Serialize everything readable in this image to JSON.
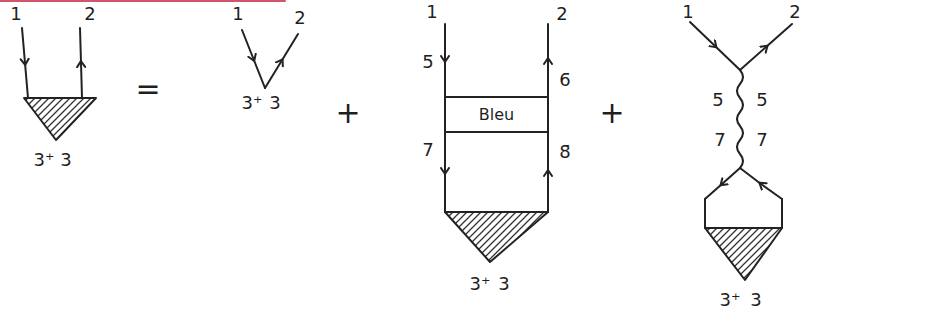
{
  "diagram": {
    "nodes": [
      {
        "text": [
          "Bleu"
        ]
      }
    ],
    "labels": [
      "1",
      "2",
      "3⁺",
      "3",
      "=",
      "1",
      "2",
      "3⁺",
      "3",
      "+",
      "1",
      "2",
      "5̄",
      "6̄",
      "7̄",
      "8̄",
      "3⁺",
      "3",
      "+",
      "1",
      "2",
      "5̄",
      "5̄",
      "7̄",
      "7̄",
      "3⁺",
      "3"
    ]
  }
}
